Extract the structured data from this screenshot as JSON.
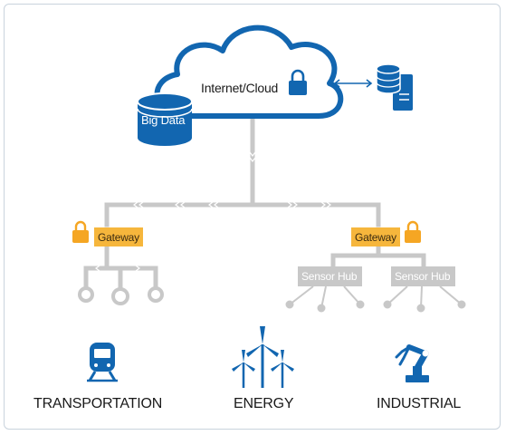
{
  "cloud": {
    "label": "Internet/Cloud"
  },
  "bigdata": {
    "label": "Big Data"
  },
  "gateways": [
    {
      "label": "Gateway"
    },
    {
      "label": "Gateway"
    }
  ],
  "sensor_hubs": [
    {
      "label": "Sensor Hub"
    },
    {
      "label": "Sensor Hub"
    }
  ],
  "sectors": [
    {
      "label": "TRANSPORTATION",
      "icon": "train-icon"
    },
    {
      "label": "ENERGY",
      "icon": "wind-turbine-icon"
    },
    {
      "label": "INDUSTRIAL",
      "icon": "robot-arm-icon"
    }
  ],
  "colors": {
    "blue": "#1266b0",
    "gray": "#c8c8c8",
    "gateway": "#f6b63c",
    "lock": "#f5a623"
  }
}
